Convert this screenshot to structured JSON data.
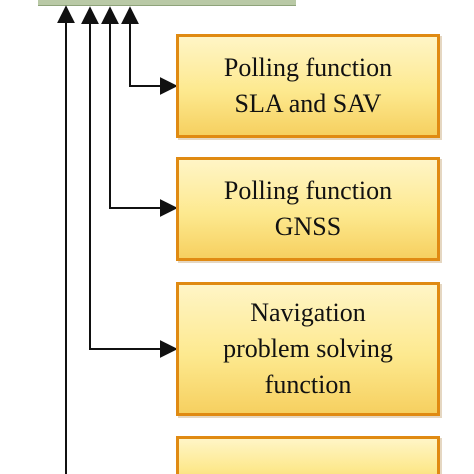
{
  "colors": {
    "block_border": "#e08a12",
    "block_fill_top": "#fff5c6",
    "block_fill_bottom": "#f6d060",
    "top_bar": "#b9c9a6",
    "connector": "#111111"
  },
  "blocks": [
    {
      "line1": "Polling function",
      "line2": "SLA and SAV",
      "line3": ""
    },
    {
      "line1": "Polling function",
      "line2": "GNSS",
      "line3": ""
    },
    {
      "line1": "Navigation",
      "line2": "problem solving",
      "line3": "function"
    },
    {
      "line1": "",
      "line2": "",
      "line3": ""
    }
  ]
}
